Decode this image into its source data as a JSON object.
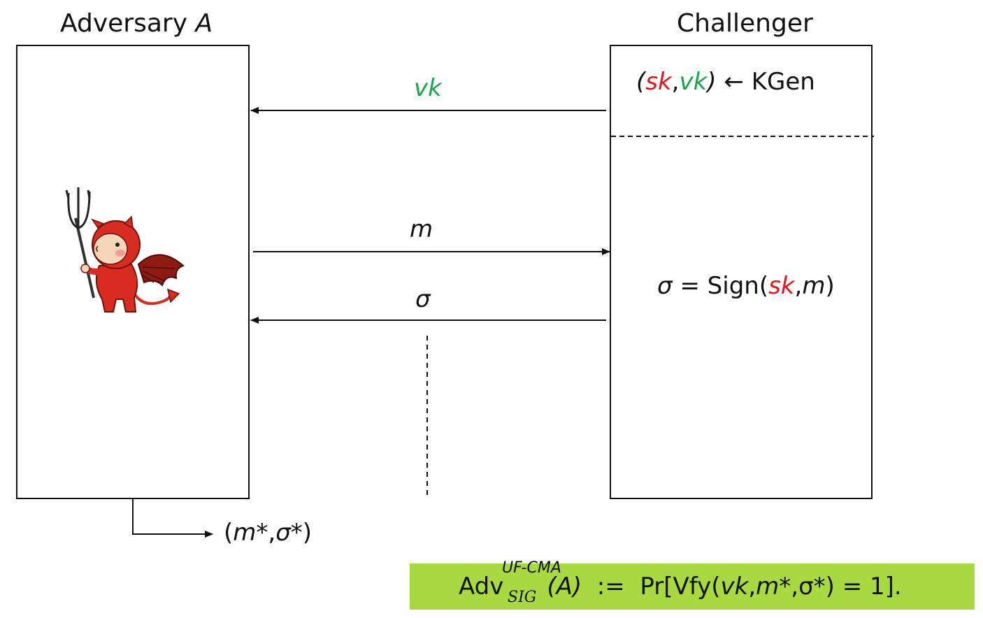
{
  "adversary": {
    "title": "Adversary",
    "title_var": "A"
  },
  "challenger": {
    "title": "Challenger",
    "keygen": {
      "open": "(",
      "sk": "sk",
      "comma": ",",
      "vk": "vk",
      "close": ")",
      "arrow": "←",
      "kgen": "KGen"
    },
    "sign": {
      "sigma": "σ",
      "eq": " = Sign(",
      "sk": "sk",
      "comma": ",",
      "m": "m",
      "close": ")"
    }
  },
  "messages": {
    "vk": "vk",
    "m": "m",
    "sigma": "σ"
  },
  "output": {
    "open": "(",
    "m": "m*",
    "comma": ",",
    "sigma": "σ*",
    "close": ")"
  },
  "advantage": {
    "adv": "Adv",
    "superscript": "UF-CMA",
    "subscript": "SIG",
    "arg": "(A)",
    "assign": "  :=  Pr[Vfy(",
    "vk": "vk",
    "c1": ",",
    "m": "m*",
    "c2": ",",
    "sigma": "σ*",
    "tail": ") = 1]."
  },
  "colors": {
    "sk": "#e8121c",
    "vk": "#19a54a",
    "adv_bar": "#a8d941",
    "devil": "#d92b20"
  },
  "icons": [
    "devil-with-trident-icon"
  ]
}
